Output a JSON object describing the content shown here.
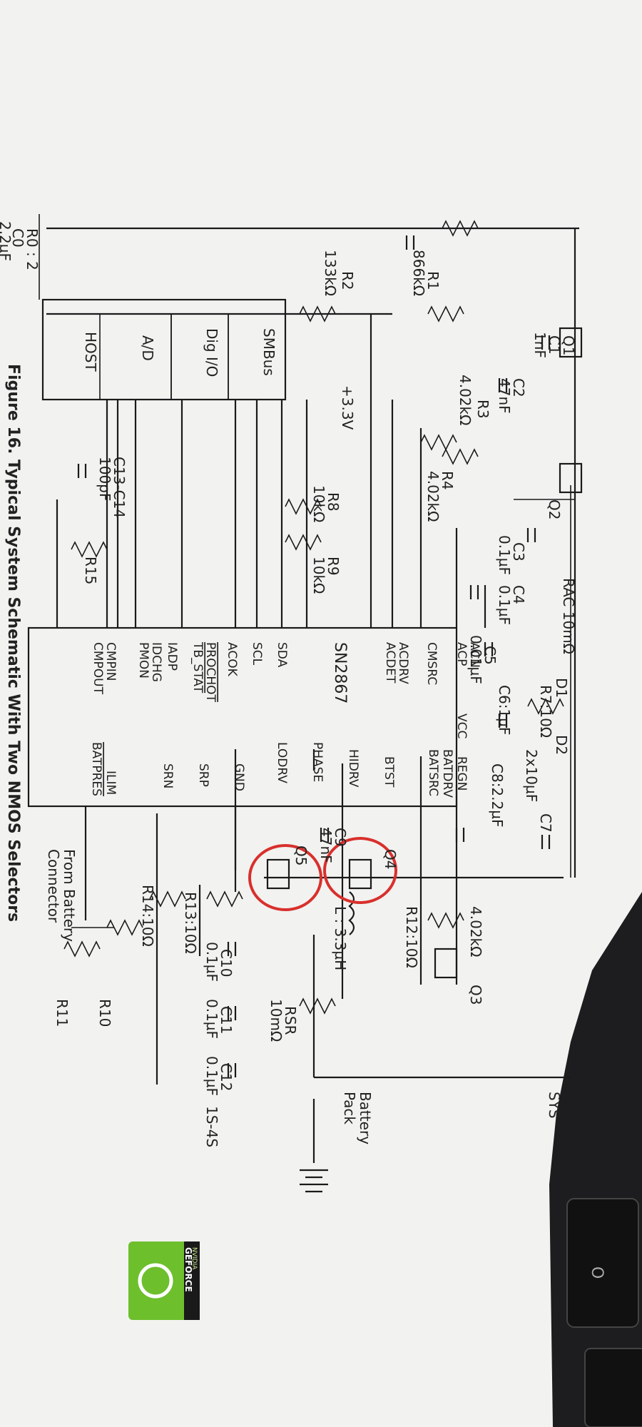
{
  "paper": {
    "caption": "Figure 16. Typical System Schematic With Two NMOS Selectors"
  },
  "ic": {
    "name": "SN2867",
    "pins_left": [
      "ACN",
      "ACP",
      "CMSRC",
      "ACDRV",
      "ACDET",
      "SDA",
      "SCL",
      "ACOK",
      "PROCHOT",
      "TB_STAT",
      "IADP",
      "IDCHG",
      "PMON",
      "CMPIN",
      "CMPOUT"
    ],
    "pins_right": [
      "VCC",
      "REGN",
      "BATDRV",
      "BATSRC",
      "BTST",
      "HIDRV",
      "PHASE",
      "LODRV",
      "GND",
      "SRP",
      "SRN",
      "ILIM",
      "BATPRES"
    ]
  },
  "host": {
    "title": "HOST",
    "blocks": [
      "SMBus",
      "Dig I/O",
      "A/D"
    ]
  },
  "supply": "+3.3V",
  "components": {
    "r0": "R0 : 2",
    "c0": "C0",
    "c0_val": "2.2µF",
    "r1": "R1",
    "r1_val": "866kΩ",
    "r2": "R2",
    "r2_val": "133kΩ",
    "q1": "Q1",
    "c1": "C1",
    "c1_val": "1nF",
    "c2": "C2",
    "c2_val": "47nF",
    "r3": "R3",
    "r3_val": "4.02kΩ",
    "r4": "R4",
    "r4_val": "4.02kΩ",
    "q2": "Q2",
    "c3": "C3",
    "c3_val": "0.1µF",
    "c4": "C4",
    "c4_val": "0.1µF",
    "rac": "RAC 10mΩ",
    "c5": "C5",
    "c5_val": "0.01µF",
    "d1": "D1",
    "d2": "D2",
    "r7": "R7:10Ω",
    "c6": "C6:1µF",
    "c7": "C7",
    "c7_val": "2x10µF",
    "c8": "C8:2.2µF",
    "r8": "R8",
    "r8_val": "10kΩ",
    "r9": "R9",
    "r9_val": "10kΩ",
    "c13": "C13-C14",
    "c13_val": "100pF",
    "r15": "R15",
    "q3": "Q3",
    "q3_r": "4.02kΩ",
    "q4": "Q4",
    "q5": "Q5",
    "c9": "C9",
    "c9_val": "47nF",
    "l": "L : 3.3µH",
    "r12": "R12:10Ω",
    "r13": "R13:10Ω",
    "r14": "R14:10Ω",
    "c10": "C10",
    "c10_val": "0.1µF",
    "c11": "C11",
    "c11_val": "0.1µF",
    "rsr": "RSR",
    "rsr_val": "10mΩ",
    "c12": "C12",
    "c12_val": "0.1µF",
    "r10": "R10",
    "r11": "R11",
    "sys": "SYS",
    "battery": "Battery",
    "battery2": "Pack",
    "cells": "1S-4S",
    "from_battery": "From Battery",
    "connector": "Connector"
  },
  "desk": {
    "gpu_brand": "NVIDIA",
    "gpu_label": "GEFORCE",
    "power_symbol": "O"
  },
  "colors": {
    "paper": "#f4f4f3",
    "ink": "#1a1a1a",
    "highlight": "#d8302c",
    "laptop": "#1d1d1f",
    "sticker": "#6dbf2c"
  }
}
